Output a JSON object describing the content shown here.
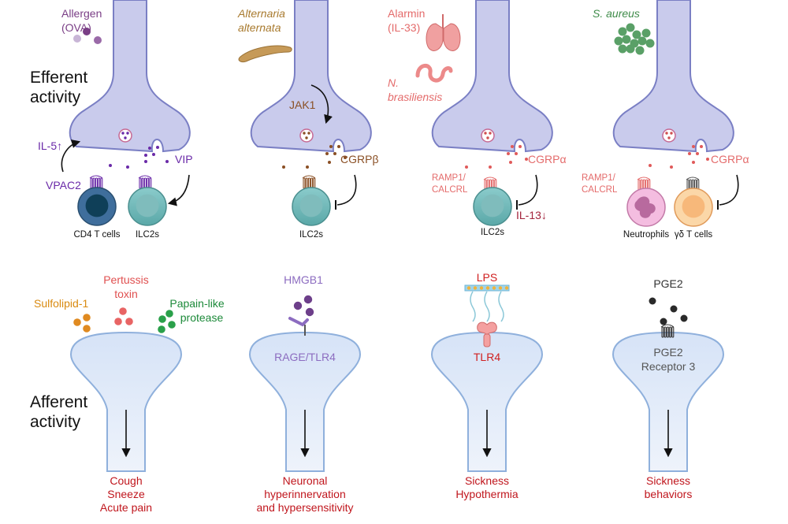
{
  "labels": {
    "efferent_line1": "Efferent",
    "efferent_line2": "activity",
    "afferent_line1": "Afferent",
    "afferent_line2": "activity"
  },
  "efferent": [
    {
      "stimulus_lines": [
        "Allergen",
        "(OVA)"
      ],
      "mediator": "VIP",
      "receptor": "VPAC2",
      "cytokine": "IL-5↑",
      "cells": [
        "CD4 T cells",
        "ILC2s"
      ]
    },
    {
      "stimulus_lines": [
        "Alternaria",
        "alternata"
      ],
      "kinase": "JAK1",
      "mediator": "CGRPβ",
      "cells": [
        "ILC2s"
      ]
    },
    {
      "stimulus_lines": [
        "Alarmin",
        "(IL-33)"
      ],
      "stimulus2_lines": [
        "N.",
        "brasiliensis"
      ],
      "mediator": "CGRPα",
      "receptor_lines": [
        "RAMP1/",
        "CALCRL"
      ],
      "cytokine": "IL-13↓",
      "cells": [
        "ILC2s"
      ]
    },
    {
      "stimulus_lines": [
        "S. aureus"
      ],
      "mediator": "CGRPα",
      "receptor_lines": [
        "RAMP1/",
        "CALCRL"
      ],
      "cells": [
        "Neutrophils",
        "γδ T cells"
      ]
    }
  ],
  "afferent": [
    {
      "stimuli": [
        {
          "label_lines": [
            "Sulfolipid-1"
          ]
        },
        {
          "label_lines": [
            "Pertussis",
            "toxin"
          ]
        },
        {
          "label_lines": [
            "Papain-like",
            "protease"
          ]
        }
      ],
      "outcome_lines": [
        "Cough",
        "Sneeze",
        "Acute pain"
      ]
    },
    {
      "ligand": "HMGB1",
      "receptor_lines": [
        "RAGE/TLR4"
      ],
      "outcome_lines": [
        "Neuronal",
        "hyperinnervation",
        "and hypersensitivity"
      ]
    },
    {
      "ligand": "LPS",
      "receptor_lines": [
        "TLR4"
      ],
      "outcome_lines": [
        "Sickness",
        "Hypothermia"
      ]
    },
    {
      "ligand": "PGE2",
      "receptor_lines": [
        "PGE2",
        "Receptor 3"
      ],
      "outcome_lines": [
        "Sickness",
        "behaviors"
      ]
    }
  ],
  "colors": {
    "neuron_fill": "#c9cbec",
    "neuron_stroke": "#7a7fc4",
    "afferent_fill": "#d9e5f7",
    "afferent_stroke": "#8fb0dc",
    "outcome_red": "#c0161d",
    "allergen_purple": "#7a3e86",
    "vip_purple": "#6a2aa8",
    "alternaria_brown": "#a87a2e",
    "jak_brown": "#8a4f24",
    "alarmin_pink": "#e46b6b",
    "aureus_green": "#3f8c4a",
    "hmgb1_purple": "#8c6cc0",
    "lps_red": "#d02020",
    "sulfolipid_orange": "#d98a10",
    "pertussis_red": "#e05050",
    "papain_green": "#1d8a3a"
  }
}
